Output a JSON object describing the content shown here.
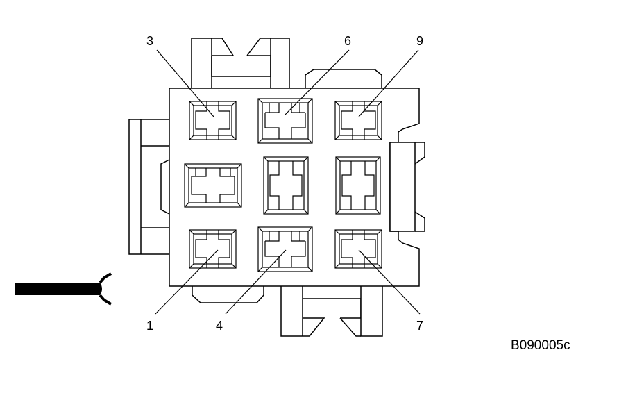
{
  "pin_labels": {
    "pin1": "1",
    "pin3": "3",
    "pin4": "4",
    "pin6": "6",
    "pin7": "7",
    "pin9": "9"
  },
  "figure_id": "B090005c",
  "colors": {
    "stroke": "#000000",
    "background": "#ffffff"
  },
  "icons": [
    "connector-face-icon",
    "wire-harness-icon"
  ]
}
